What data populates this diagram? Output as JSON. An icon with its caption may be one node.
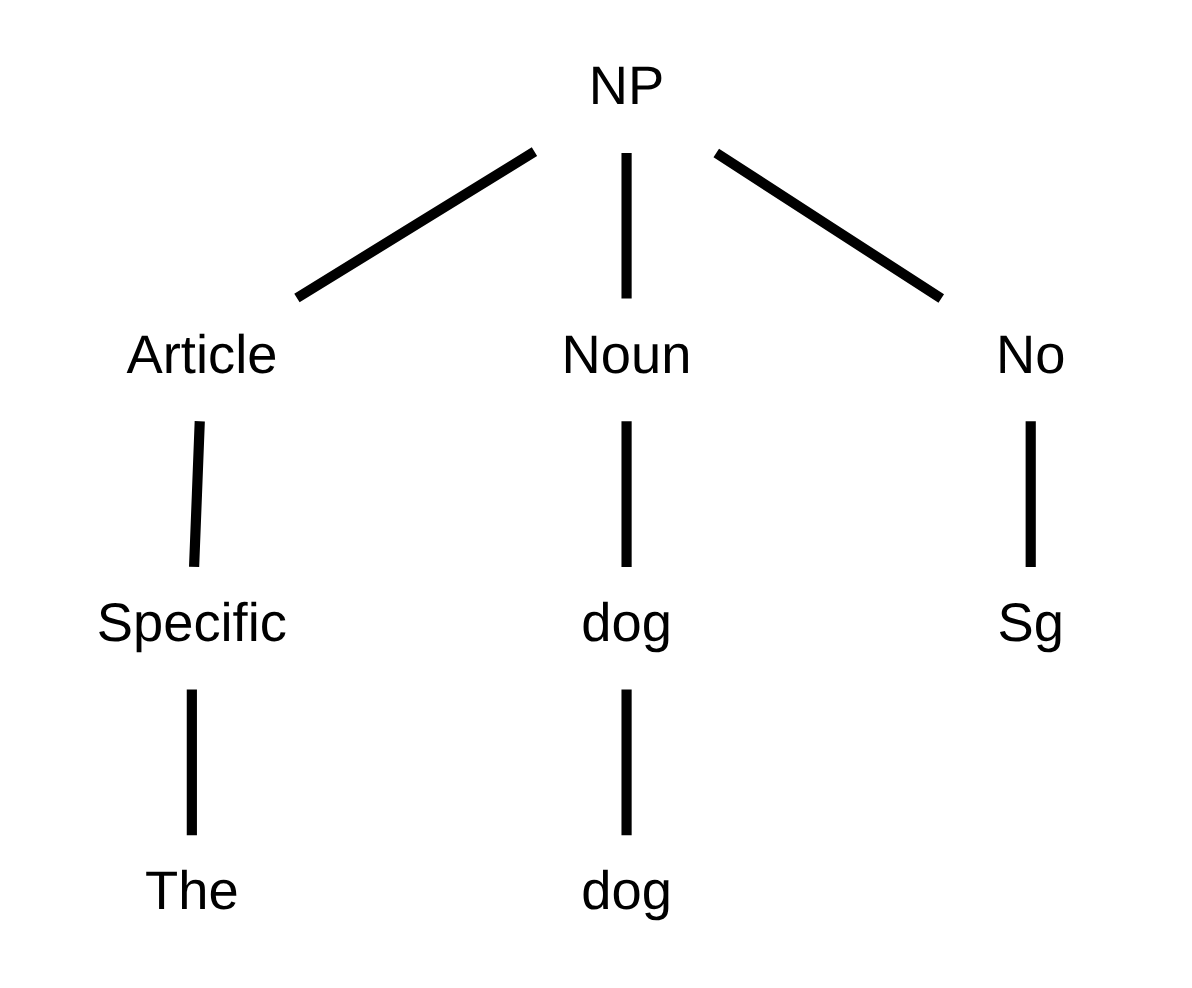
{
  "diagram": {
    "nodes": [
      {
        "text": [
          "NP"
        ]
      },
      {
        "text": [
          "Article"
        ]
      },
      {
        "text": [
          "Noun"
        ]
      },
      {
        "text": [
          "No"
        ]
      },
      {
        "text": [
          "Specific"
        ]
      },
      {
        "text": [
          "dog"
        ]
      },
      {
        "text": [
          "Sg"
        ]
      },
      {
        "text": [
          "The"
        ]
      },
      {
        "text": [
          "dog"
        ]
      }
    ],
    "edges": [
      {
        "from": 0,
        "to": 1,
        "arrow": "none"
      },
      {
        "from": 0,
        "to": 2,
        "arrow": "none"
      },
      {
        "from": 0,
        "to": 3,
        "arrow": "none"
      },
      {
        "from": 1,
        "to": 4,
        "arrow": "none"
      },
      {
        "from": 2,
        "to": 5,
        "arrow": "none"
      },
      {
        "from": 3,
        "to": 6,
        "arrow": "none"
      },
      {
        "from": 4,
        "to": 7,
        "arrow": "none"
      },
      {
        "from": 5,
        "to": 8,
        "arrow": "none"
      }
    ]
  }
}
